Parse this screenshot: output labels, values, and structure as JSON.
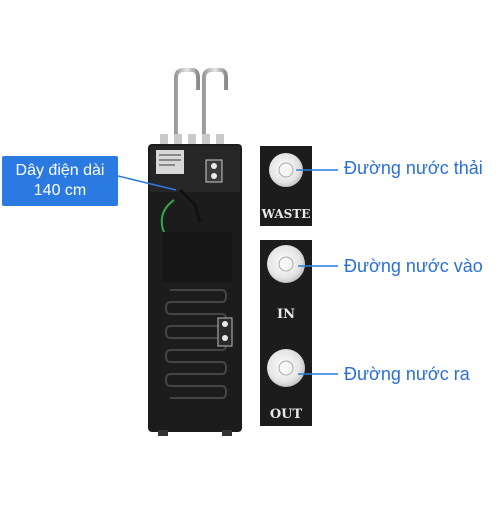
{
  "callouts": {
    "cable_line1": "Dây điện dài",
    "cable_line2": "140 cm"
  },
  "ports": {
    "waste_label": "Đường nước thải",
    "inlet_label": "Đường nước vào",
    "outlet_label": "Đường nước ra"
  },
  "panel_markings": {
    "waste": "WASTE",
    "in": "IN",
    "out": "OUT"
  },
  "colors": {
    "accent": "#2a7ae2",
    "label_text": "#2a6fd6",
    "cabinet": "#1c1c1c"
  }
}
